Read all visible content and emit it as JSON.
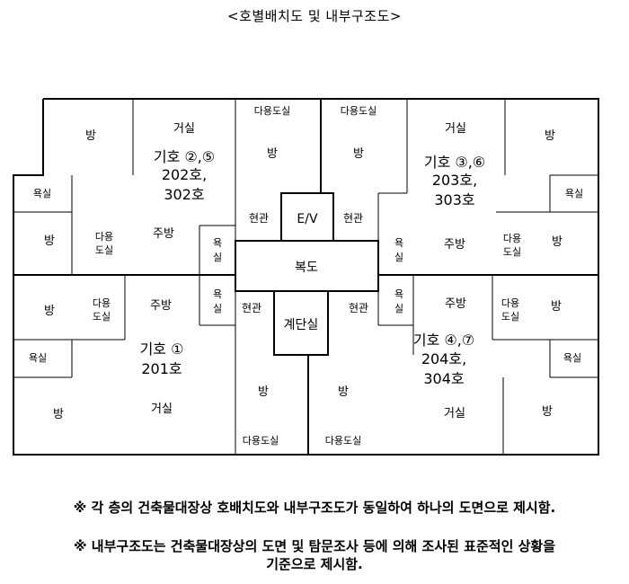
{
  "title": "<호별배치도 및 내부구조도>",
  "rooms": {
    "room": "방",
    "living": "거실",
    "kitchen": "주방",
    "bath": "욕실",
    "bath_v1": "욕",
    "bath_v2": "실",
    "utility": "다용도실",
    "utility_l1": "다용",
    "utility_l2": "도실",
    "entrance": "현관",
    "elevator": "E/V",
    "corridor": "복도",
    "stairs": "계단실"
  },
  "units": {
    "nw": {
      "id": "기호 ②,⑤",
      "line2": "202호,",
      "line3": "302호"
    },
    "ne": {
      "id": "기호 ③,⑥",
      "line2": "203호,",
      "line3": "303호"
    },
    "sw": {
      "id": "기호 ①",
      "line2": "201호"
    },
    "se": {
      "id": "기호 ④,⑦",
      "line2": "204호,",
      "line3": "304호"
    }
  },
  "notes": [
    "※ 각 층의 건축물대장상 호배치도와 내부구조도가 동일하여 하나의 도면으로 제시함.",
    "※ 내부구조도는 건축물대장상의 도면 및 탐문조사 등에 의해 조사된 표준적인 상황을",
    "기준으로 제시함."
  ]
}
